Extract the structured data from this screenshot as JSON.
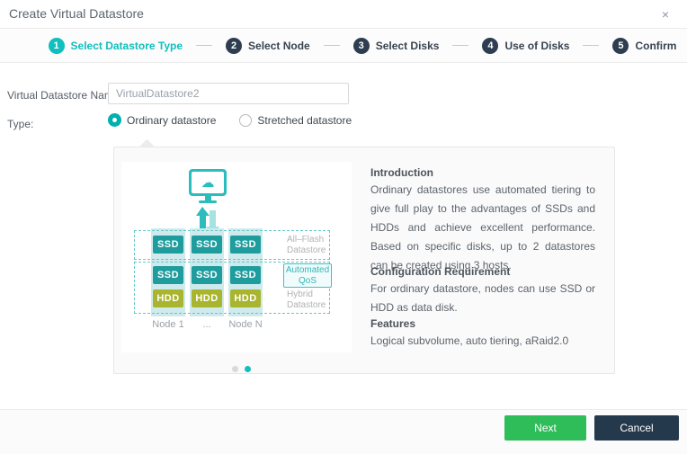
{
  "dialog": {
    "title": "Create Virtual Datastore",
    "close_icon": "×"
  },
  "steps": {
    "items": [
      {
        "number": "1",
        "label": "Select Datastore Type",
        "active": true
      },
      {
        "number": "2",
        "label": "Select Node",
        "active": false
      },
      {
        "number": "3",
        "label": "Select Disks",
        "active": false
      },
      {
        "number": "4",
        "label": "Use of Disks",
        "active": false
      },
      {
        "number": "5",
        "label": "Confirm",
        "active": false
      }
    ]
  },
  "form": {
    "name_label": "Virtual Datastore Name:",
    "name_value": "VirtualDatastore2",
    "type_label": "Type:",
    "type_options": [
      {
        "label": "Ordinary datastore",
        "selected": true
      },
      {
        "label": "Stretched datastore",
        "selected": false
      }
    ]
  },
  "diagram": {
    "ssd_label": "SSD",
    "hdd_label": "HDD",
    "all_flash_line1": "All–Flash",
    "all_flash_line2": "Datastore",
    "qos_line1": "Automated",
    "qos_line2": "QoS",
    "hybrid_line1": "Hybrid",
    "hybrid_line2": "Datastore",
    "node_labels": [
      "Node 1",
      "...",
      "Node N"
    ]
  },
  "carousel": {
    "pages": 2,
    "active_page": 2
  },
  "info": {
    "sections": [
      {
        "heading": "Introduction",
        "body": "Ordinary datastores use automated tiering to give full play to the advantages of SSDs and HDDs and achieve excellent performance. Based on specific disks, up to 2 datastores can be created using 3 hosts."
      },
      {
        "heading": "Configuration Requirement",
        "body": "For ordinary datastore, nodes can use SSD or HDD as data disk."
      },
      {
        "heading": "Features",
        "body": "Logical subvolume, auto tiering, aRaid2.0"
      }
    ]
  },
  "footer": {
    "next_label": "Next",
    "cancel_label": "Cancel"
  },
  "colors": {
    "accent_teal": "#12bebe",
    "step_inactive": "#2e3d4f",
    "ssd_fill": "#1e9c9e",
    "hdd_fill": "#a9b52e",
    "next_green": "#2ebd59",
    "cancel_navy": "#25394d"
  }
}
